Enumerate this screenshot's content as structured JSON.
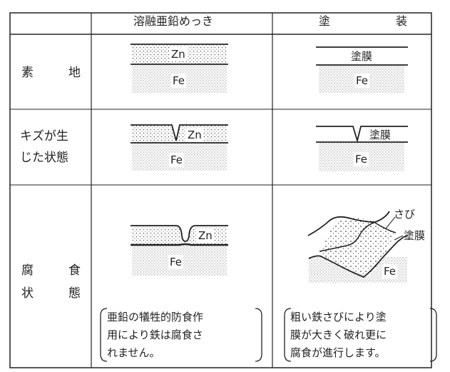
{
  "header": {
    "col1": "溶融亜鉛めっき",
    "col2_a": "塗",
    "col2_b": "装"
  },
  "rows": {
    "base": {
      "label_a": "素",
      "label_b": "地"
    },
    "scratch": {
      "label_line1": "キズが生",
      "label_line2": "じた状態"
    },
    "corrosion": {
      "label_a": "腐",
      "label_b": "食",
      "label_c": "状",
      "label_d": "態"
    }
  },
  "materials": {
    "zn": "Zn",
    "fe": "Fe",
    "coating": "塗膜",
    "rust": "さび"
  },
  "notes": {
    "galvanized": [
      "亜鉛の犠牲的防食作",
      "用により鉄は腐食さ",
      "れません。"
    ],
    "painted": [
      "粗い鉄さびにより塗",
      "膜が大きく破れ更に",
      "腐食が進行します。"
    ]
  },
  "colors": {
    "ink": "#222222",
    "dots": "#9a9a9a"
  }
}
